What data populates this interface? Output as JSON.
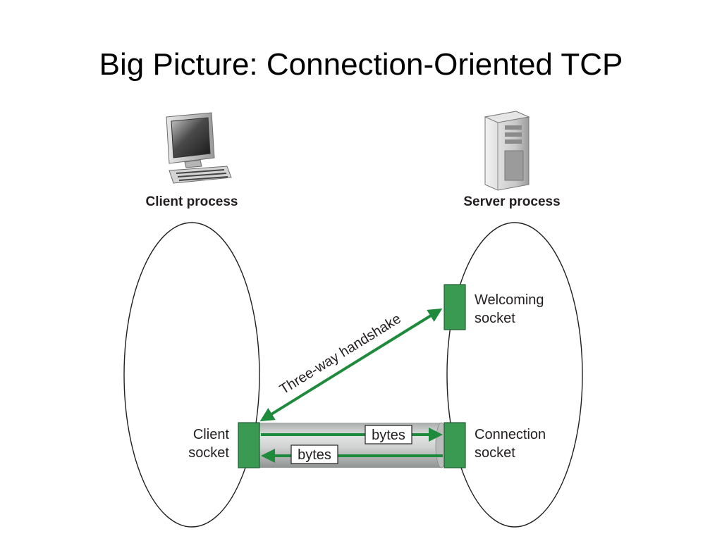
{
  "title": "Big Picture: Connection-Oriented TCP",
  "client": {
    "process_label": "Client process",
    "socket_label_line1": "Client",
    "socket_label_line2": "socket",
    "icon": "desktop-computer-icon"
  },
  "server": {
    "process_label": "Server process",
    "welcoming_line1": "Welcoming",
    "welcoming_line2": "socket",
    "connection_line1": "Connection",
    "connection_line2": "socket",
    "icon": "server-tower-icon"
  },
  "handshake_label": "Three-way handshake",
  "pipe": {
    "top_label": "bytes",
    "bottom_label": "bytes"
  },
  "colors": {
    "socket_green": "#3a9a52",
    "arrow_green": "#1e8a3c",
    "pipe_gray": "#c9cccb"
  }
}
